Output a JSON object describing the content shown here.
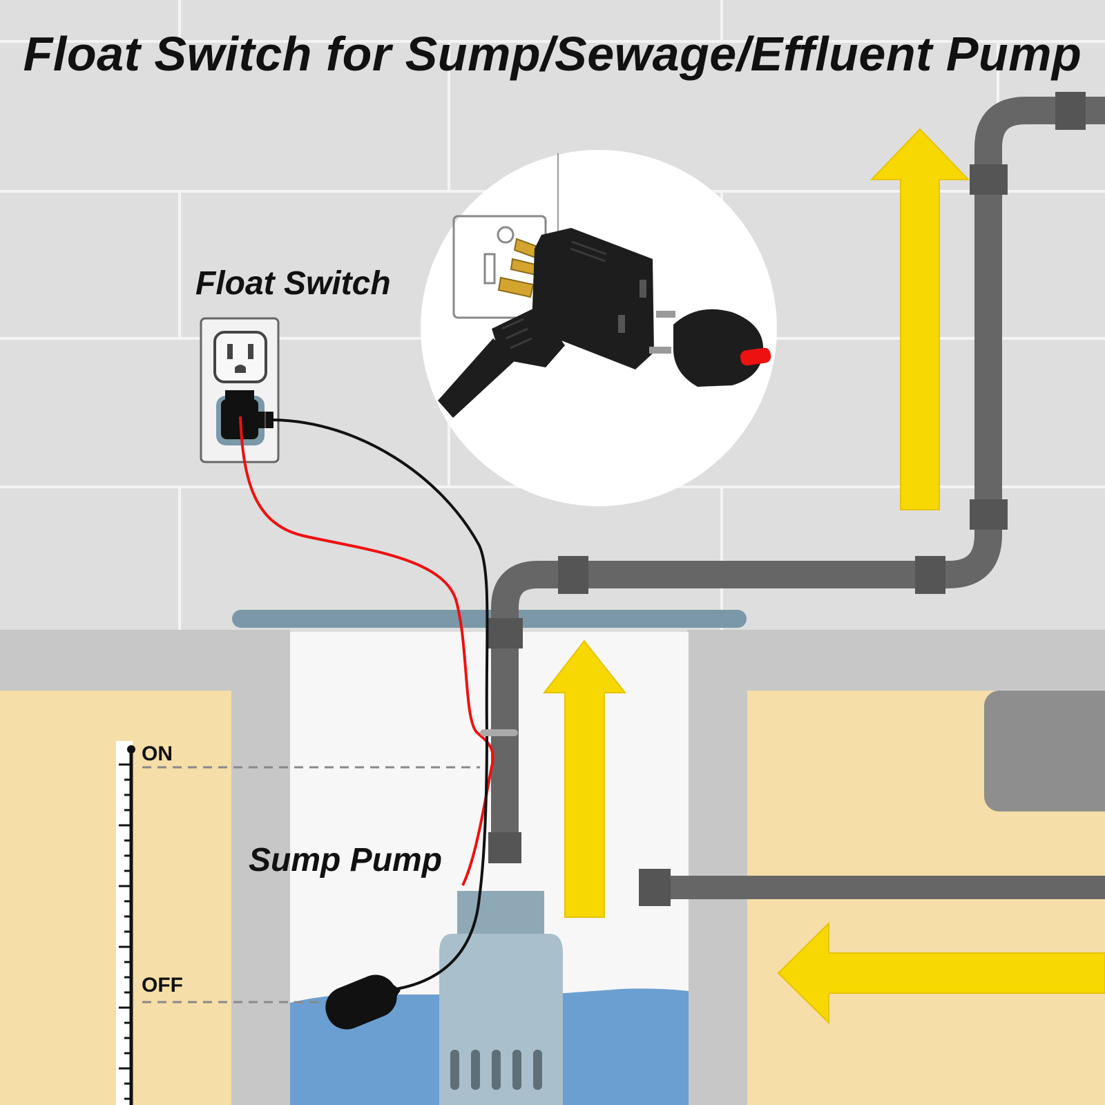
{
  "title": "Float Switch for Sump/Sewage/Effluent Pump",
  "labels": {
    "float_switch": "Float Switch",
    "sump_pump": "Sump Pump",
    "level_on": "ON",
    "level_off": "OFF"
  },
  "colors": {
    "wall": "#dedede",
    "tile_line": "#f4f4f4",
    "floor_slab": "#c7c7c7",
    "soil": "#f5dea8",
    "basin_liner": "#f7f7f7",
    "water": "#6b9fd2",
    "pump_body": "#a9bfcc",
    "pipe": "#666666",
    "arrow": "#f7d800",
    "hot_wire": "#ee1111",
    "cord": "#111111",
    "basin_rim": "#7a98a8"
  },
  "icons": [
    "outlet-icon",
    "piggyback-plug-icon",
    "float-ball-icon",
    "flow-arrow-icon"
  ]
}
